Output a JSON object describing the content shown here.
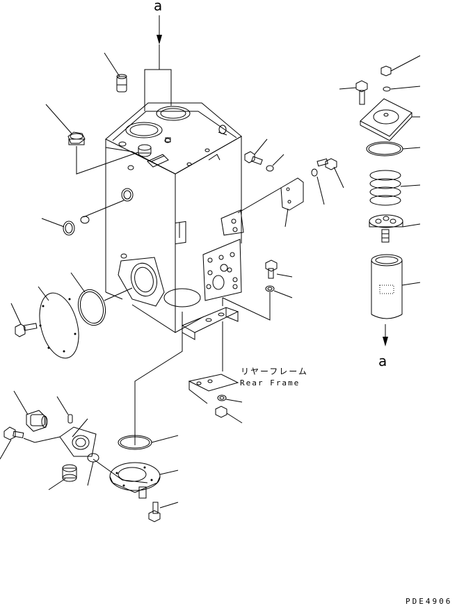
{
  "labels": {
    "ref_top": "a",
    "ref_right": "a",
    "rear_frame_jp": "リヤーフレーム",
    "rear_frame_en": "Rear Frame",
    "drawing_number": "PDE4906"
  }
}
